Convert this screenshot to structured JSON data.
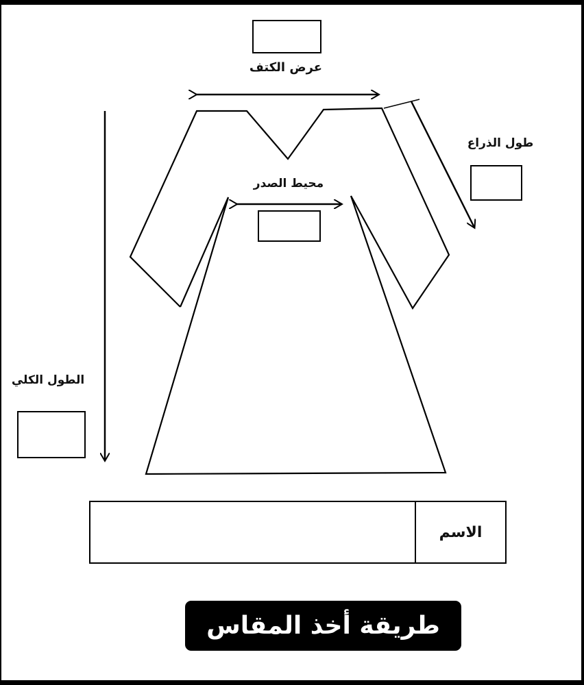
{
  "measurements": {
    "shoulder_width": {
      "label": "عرض الكتف"
    },
    "sleeve_length": {
      "label": "طول الذراع"
    },
    "chest_circumference": {
      "label": "محيط الصدر"
    },
    "total_length": {
      "label": "الطول الكلي"
    }
  },
  "name_field": {
    "label": "الاسم",
    "value": ""
  },
  "title": "طريقة أخذ المقاس"
}
